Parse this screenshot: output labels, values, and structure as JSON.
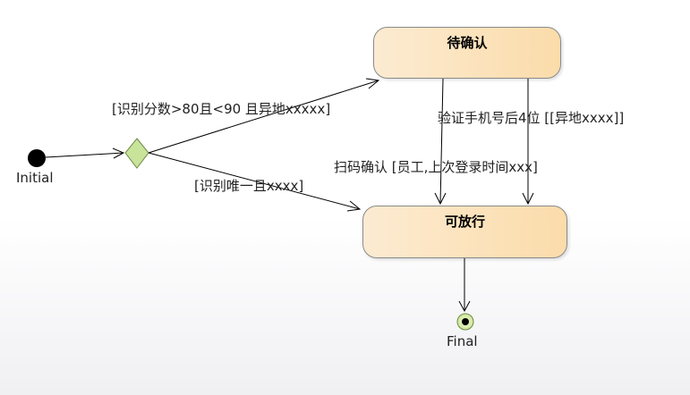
{
  "diagram": {
    "initial_label": "Initial",
    "final_label": "Final",
    "states": {
      "pending": "待确认",
      "allow": "可放行"
    },
    "edges": {
      "score_range_remote": "[识别分数>80且<90 且异地xxxxx]",
      "unique_recognition": "[识别唯一且xxxx]",
      "scan_confirm": "扫码确认 [员工,上次登录时间xxx]",
      "phone_verify": "验证手机号后4位 [[异地xxxx]]"
    }
  }
}
